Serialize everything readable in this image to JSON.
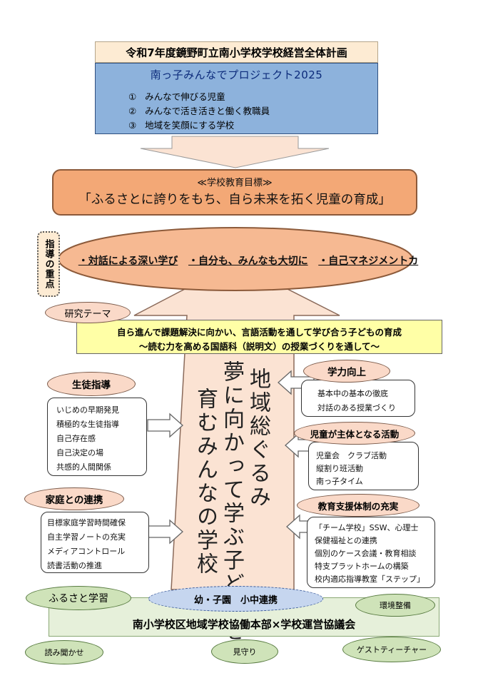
{
  "plan_title": "令和7年度鏡野町立南小学校学校経営全体計画",
  "project": {
    "title": "南っ子みんなでプロジェクト2025",
    "items": [
      {
        "num": "①",
        "text": "みんなで伸びる児童"
      },
      {
        "num": "②",
        "text": "みんなで活き活きと働く教職員"
      },
      {
        "num": "③",
        "text": "地域を笑顔にする学校"
      }
    ]
  },
  "goal": {
    "label": "≪学校教育目標≫",
    "text": "「ふるさとに誇りをもち、自ら未来を拓く児童の育成」"
  },
  "focus": {
    "tag": "指導の重点",
    "items": [
      "・対話による深い学び",
      "・自分も、みんなも大切に",
      "・自己マネジメントカ"
    ]
  },
  "research": {
    "tag": "研究テーマ",
    "line1": "自ら進んで課題解決に向かい、言語活動を通して学び合う子どもの育成",
    "line2": "～読む力を高める国語科（説明文）の授業づくりを通して～"
  },
  "central": {
    "col1": "地域総ぐるみ",
    "col2": "夢に向かって学ぶ子どもを",
    "col3": "育むみんなの学校"
  },
  "student_guidance": {
    "title": "生徒指導",
    "items": [
      "いじめの早期発見",
      "積極的な生徒指導",
      "自己存在感",
      "自己決定の場",
      "共感的人間関係"
    ]
  },
  "family": {
    "title": "家庭との連携",
    "items": [
      "目標家庭学習時間確保",
      "自主学習ノートの充実",
      "メディアコントロール",
      "読書活動の推進"
    ]
  },
  "academic": {
    "title": "学力向上",
    "items": [
      "基本中の基本の徹底",
      "対話のある授業づくり"
    ]
  },
  "student_led": {
    "title": "児童が主体となる活動",
    "items": [
      "児童会　クラブ活動",
      "縦割り班活動",
      "南っ子タイム"
    ]
  },
  "support": {
    "title": "教育支援体制の充実",
    "items": [
      "「チーム学校」SSW、心理士",
      "保健福祉との連携",
      "個別のケース会議・教育相談",
      "特支プラットホームの構築",
      "校内適応指導教室「ステップ」"
    ]
  },
  "community": {
    "title": "南小学校区地域学校協働本部×学校運営協議会",
    "furusato": "ふるさと学習",
    "kinder": "幼・子園　小中連携",
    "environment": "環境整備",
    "reading": "読み聞かせ",
    "watching": "見守り",
    "guest": "ゲストティーチャー"
  },
  "colors": {
    "project_blue": "#8db2dc",
    "goal_orange": "#f3a876",
    "focus_peach": "#f6b992",
    "theme_yellow": "#ffffa6",
    "tag_pink": "#fad9c8",
    "arrow_fill": "#fbe3d3",
    "community_green": "#e6f0da",
    "oval_green": "#cfe3b9",
    "kinder_blue": "#c6d6ef"
  }
}
